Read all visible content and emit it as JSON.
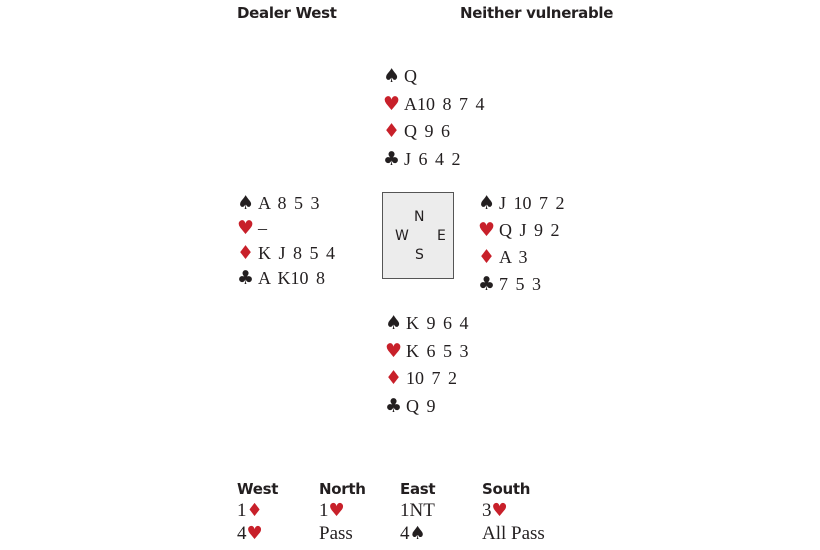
{
  "header": {
    "dealer": "Dealer West",
    "vulnerability": "Neither vulnerable"
  },
  "suits": {
    "spade": {
      "symbol": "♠",
      "color": "#231f20"
    },
    "heart": {
      "symbol": "♥",
      "color": "#c8202a"
    },
    "diamond": {
      "symbol": "♦",
      "color": "#c8202a"
    },
    "club": {
      "symbol": "♣",
      "color": "#231f20"
    }
  },
  "hands": {
    "north": {
      "spade": "Q",
      "heart": "A10 8 7 4",
      "diamond": "Q 9 6",
      "club": "J 6 4 2"
    },
    "west": {
      "spade": "A 8 5 3",
      "heart": "–",
      "diamond": "K J 8 5 4",
      "club": "A K10 8"
    },
    "east": {
      "spade": "J 10 7 2",
      "heart": "Q J 9 2",
      "diamond": "A 3",
      "club": "7 5 3"
    },
    "south": {
      "spade": "K 9 6 4",
      "heart": "K 6 5 3",
      "diamond": "10 7 2",
      "club": "Q 9"
    }
  },
  "compass": {
    "n": "N",
    "w": "W",
    "e": "E",
    "s": "S"
  },
  "auction": {
    "headers": [
      "West",
      "North",
      "East",
      "South"
    ],
    "rows": [
      [
        {
          "text": "1",
          "suit": "diamond"
        },
        {
          "text": "1",
          "suit": "heart"
        },
        {
          "text": "1NT"
        },
        {
          "text": "3",
          "suit": "heart"
        }
      ],
      [
        {
          "text": "4",
          "suit": "heart"
        },
        {
          "text": "Pass"
        },
        {
          "text": "4",
          "suit": "spade"
        },
        {
          "text": "All Pass"
        }
      ]
    ]
  }
}
